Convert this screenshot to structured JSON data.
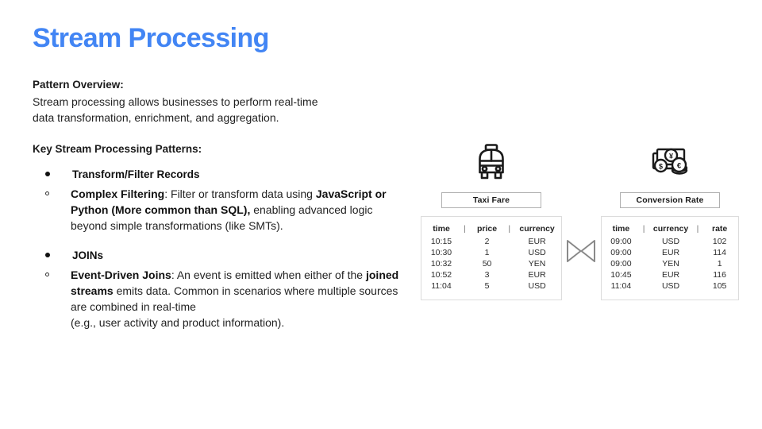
{
  "slide": {
    "title": "Stream Processing",
    "title_color": "#4285f4",
    "background": "#ffffff"
  },
  "overview": {
    "heading": "Pattern Overview:",
    "body": "Stream processing allows businesses to perform real-time data transformation, enrichment, and aggregation."
  },
  "patterns": {
    "heading": "Key Stream Processing Patterns:",
    "items": [
      {
        "label": "Transform/Filter Records",
        "marker": "filled-disc-bullet",
        "sub": [
          {
            "marker": "hollow-circle-bullet",
            "term": "Complex Filtering",
            "text_1": ": Filter or transform data using ",
            "emphasis": "JavaScript or Python (More common than SQL),",
            "text_2": " enabling advanced logic beyond simple transformations (like SMTs)."
          }
        ]
      },
      {
        "label": "JOINs",
        "marker": "filled-disc-bullet",
        "sub": [
          {
            "marker": "hollow-circle-bullet",
            "term": "Event-Driven Joins",
            "text_1": ": An event is emitted when either of the ",
            "emphasis": "joined streams",
            "text_2": " emits data. Common in scenarios where multiple sources are combined in real-time",
            "text_3": "(e.g., user activity and product information)."
          }
        ]
      }
    ]
  },
  "diagram": {
    "join_symbol": "bowtie-join-icon",
    "streams": [
      {
        "icon": "taxi-icon",
        "chip_label": "Taxi Fare",
        "columns": [
          "time",
          "price",
          "currency"
        ],
        "separator": "|",
        "rows": [
          [
            "10:15",
            "2",
            "EUR"
          ],
          [
            "10:30",
            "1",
            "USD"
          ],
          [
            "10:32",
            "50",
            "YEN"
          ],
          [
            "10:52",
            "3",
            "EUR"
          ],
          [
            "11:04",
            "5",
            "USD"
          ]
        ]
      },
      {
        "icon": "money-exchange-icon",
        "chip_label": "Conversion Rate",
        "columns": [
          "time",
          "currency",
          "rate"
        ],
        "separator": "|",
        "rows": [
          [
            "09:00",
            "USD",
            "102"
          ],
          [
            "09:00",
            "EUR",
            "114"
          ],
          [
            "09:00",
            "YEN",
            "1"
          ],
          [
            "10:45",
            "EUR",
            "116"
          ],
          [
            "11:04",
            "USD",
            "105"
          ]
        ]
      }
    ]
  }
}
